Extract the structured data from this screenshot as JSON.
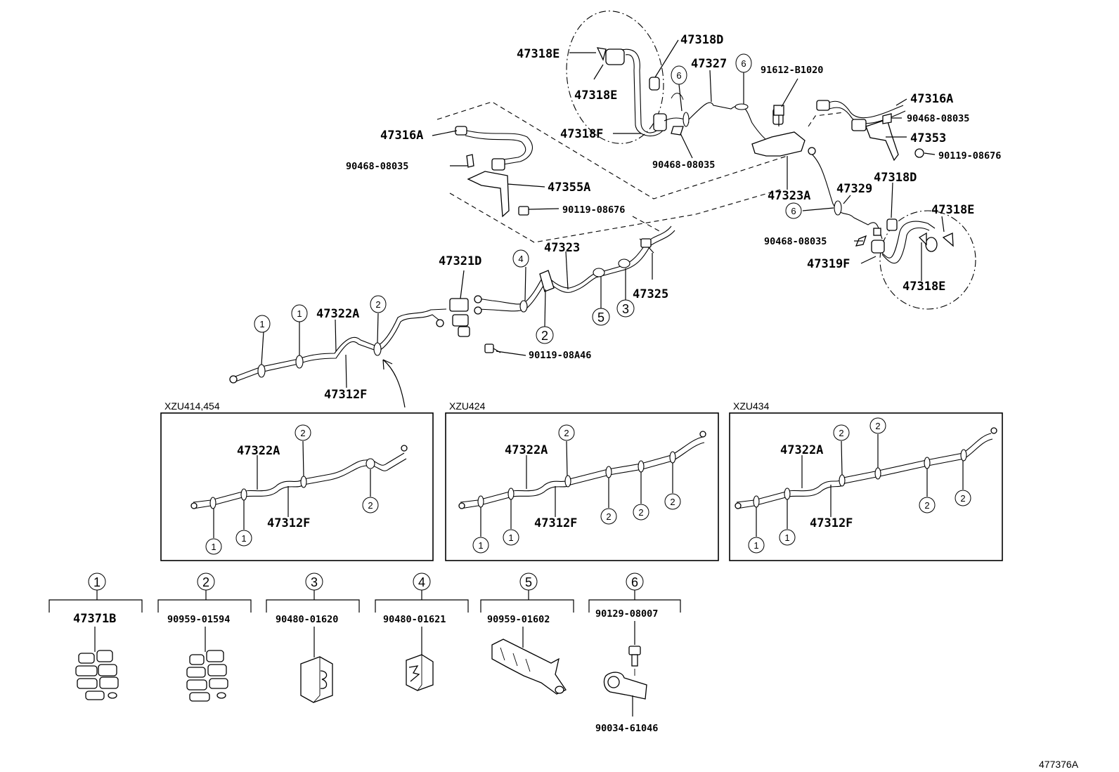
{
  "diagram_id": "477376A",
  "parts": {
    "p47318E_a": "47318E",
    "p47318D_a": "47318D",
    "p47318E_b": "47318E",
    "p47327": "47327",
    "p91612": "91612-B1020",
    "p47316A_l": "47316A",
    "p47318F": "47318F",
    "p47316A_r": "47316A",
    "p90468_r1": "90468-08035",
    "p47353": "47353",
    "p90468_l": "90468-08035",
    "p90468_c": "90468-08035",
    "p90119_r": "90119-08676",
    "p47355A": "47355A",
    "p47323A": "47323A",
    "p47329": "47329",
    "p47318D_b": "47318D",
    "p90119_l": "90119-08676",
    "p47318E_c": "47318E",
    "p90468_r2": "90468-08035",
    "p47321D": "47321D",
    "p47323": "47323",
    "p47319F": "47319F",
    "p47318E_d": "47318E",
    "p47325": "47325",
    "p47322A": "47322A",
    "p90119_08A46": "90119-08A46",
    "p47312F": "47312F"
  },
  "callouts": {
    "c1": "1",
    "c2": "2",
    "c3": "3",
    "c4": "4",
    "c5": "5",
    "c6": "6"
  },
  "variants": [
    {
      "label": "XZU414,454",
      "p47322A": "47322A",
      "p47312F": "47312F"
    },
    {
      "label": "XZU424",
      "p47322A": "47322A",
      "p47312F": "47312F"
    },
    {
      "label": "XZU434",
      "p47322A": "47322A",
      "p47312F": "47312F"
    }
  ],
  "legend": [
    {
      "num": "1",
      "part": "47371B"
    },
    {
      "num": "2",
      "part": "90959-01594"
    },
    {
      "num": "3",
      "part": "90480-01620"
    },
    {
      "num": "4",
      "part": "90480-01621"
    },
    {
      "num": "5",
      "part": "90959-01602"
    },
    {
      "num": "6",
      "part": "90129-08007",
      "sub_part": "90034-61046"
    }
  ]
}
